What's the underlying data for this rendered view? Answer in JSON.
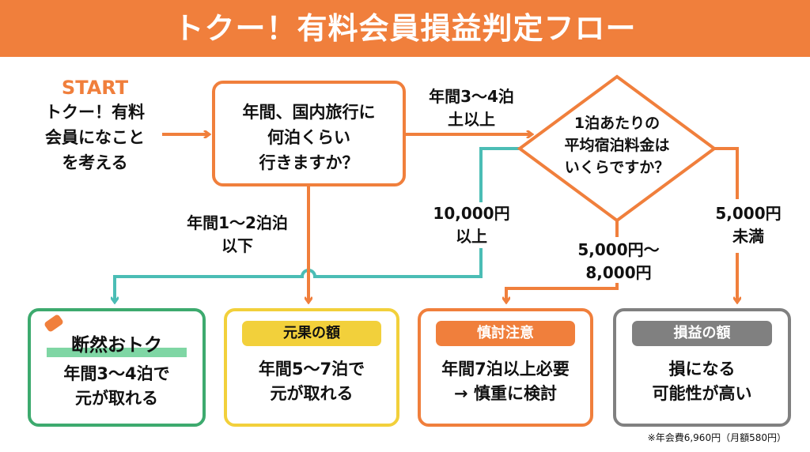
{
  "title": "トクー！有料会員損益判定フロー",
  "start": {
    "label": "START",
    "lines": [
      "トクー！有料",
      "会員になこと",
      "を考える"
    ]
  },
  "question1": {
    "lines": [
      "年間、国内旅行に",
      "何泊くらい",
      "行きますか？"
    ]
  },
  "question2": {
    "lines": [
      "1泊あたりの",
      "平均宿泊料金は",
      "いくらですか？"
    ]
  },
  "edges": {
    "q1_right": [
      "年間3～4泊",
      "土以上"
    ],
    "q1_down": [
      "年間1～2泊泊",
      "以下"
    ],
    "q2_left": [
      "10,000円",
      "以上"
    ],
    "q2_down": [
      "5,000円～",
      "8,000円"
    ],
    "q2_right": [
      "5,000円",
      "未満"
    ]
  },
  "results": [
    {
      "tag": "断然おトク",
      "lines": [
        "年間3～4泊で",
        "元が取れる"
      ],
      "color": "#3DAA6E"
    },
    {
      "tag": "元果の額",
      "lines": [
        "年間5～7泊で",
        "元が取れる"
      ],
      "color": "#F2D03B"
    },
    {
      "tag": "慎討注意",
      "lines": [
        "年間7泊以上必要",
        "→ 慎重に検討"
      ],
      "color": "#F07F3C"
    },
    {
      "tag": "損益の額",
      "lines": [
        "損になる",
        "可能性が高い"
      ],
      "color": "#808080"
    }
  ],
  "footnote": "※年会費6,960円（月額580円）",
  "colors": {
    "orange": "#F07F3C",
    "teal": "#4BBDB5"
  }
}
